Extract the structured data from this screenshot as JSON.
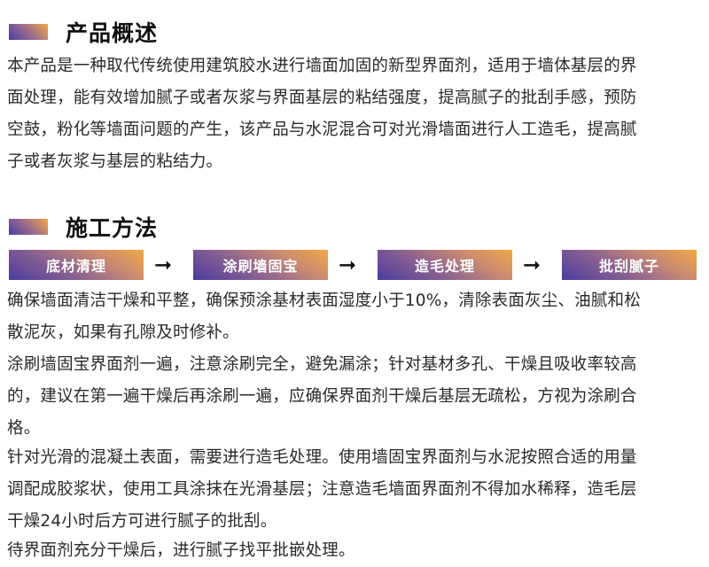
{
  "overview": {
    "title": "产品概述",
    "lines": [
      "本产品是一种取代传统使用建筑胶水进行墙面加固的新型界面剂，适用于墙体基层的界",
      "面处理，能有效增加腻子或者灰浆与界面基层的粘结强度，提高腻子的批刮手感，预防",
      "空鼓，粉化等墙面问题的产生，该产品与水泥混合可对光滑墙面进行人工造毛，提高腻",
      "子或者灰浆与基层的粘结力。"
    ]
  },
  "method": {
    "title": "施工方法",
    "steps": [
      "底材清理",
      "涂刷墙固宝",
      "造毛处理",
      "批刮腻子"
    ],
    "arrow": "➞",
    "lines": [
      "确保墙面清洁干燥和平整，确保预涂基材表面湿度小于10%，清除表面灰尘、油腻和松",
      "散泥灰，如果有孔隙及时修补。",
      "涂刷墙固宝界面剂一遍，注意涂刷完全，避免漏涂；针对基材多孔、干燥且吸收率较高",
      "的，建议在第一遍干燥后再涂刷一遍，应确保界面剂干燥后基层无疏松，方视为涂刷合",
      "格。",
      "针对光滑的混凝土表面，需要进行造毛处理。使用墙固宝界面剂与水泥按照合适的用量",
      "调配成胶浆状，使用工具涂抹在光滑基层；注意造毛墙面界面剂不得加水稀释，造毛层",
      "干燥24小时后方可进行腻子的批刮。",
      "待界面剂充分干燥后，进行腻子找平批嵌处理。"
    ]
  },
  "colors": {
    "gradient_start": "#4b3c9e",
    "gradient_end": "#f2a945",
    "text": "#2a2a2a"
  }
}
